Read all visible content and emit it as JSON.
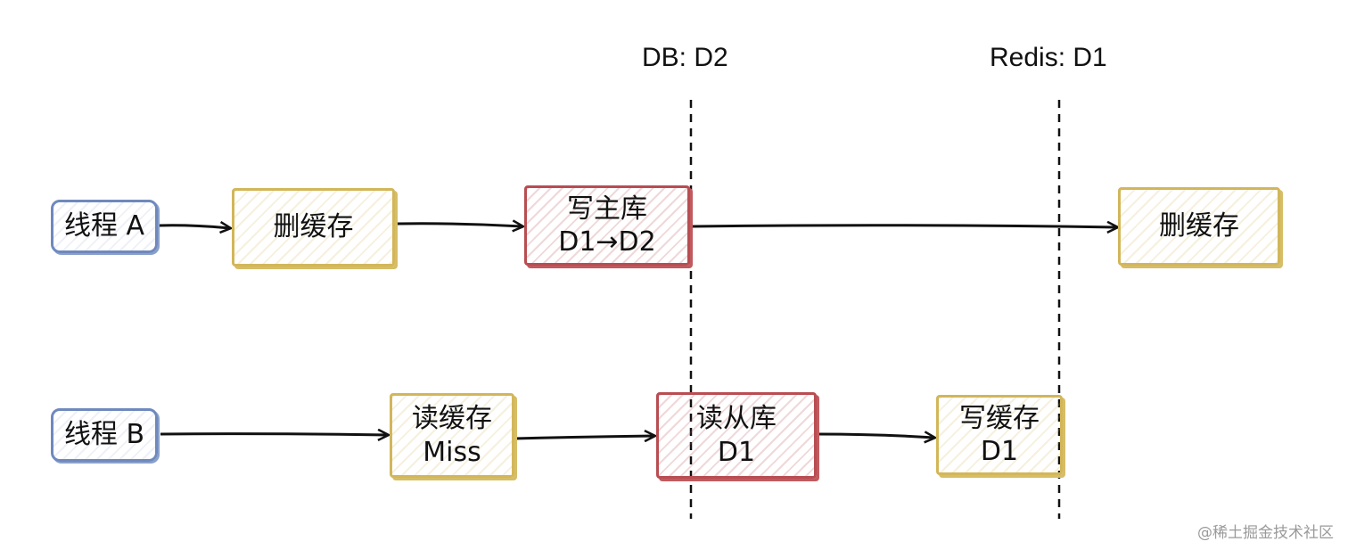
{
  "states": {
    "db": "DB: D2",
    "redis": "Redis: D1"
  },
  "thread_a": {
    "label": "线程 A",
    "steps": [
      {
        "lines": [
          "删缓存"
        ]
      },
      {
        "lines": [
          "写主库",
          "D1→D2"
        ]
      },
      {
        "lines": [
          "删缓存"
        ]
      }
    ]
  },
  "thread_b": {
    "label": "线程 B",
    "steps": [
      {
        "lines": [
          "读缓存",
          "Miss"
        ]
      },
      {
        "lines": [
          "读从库",
          "D1"
        ]
      },
      {
        "lines": [
          "写缓存",
          "D1"
        ]
      }
    ]
  },
  "colors": {
    "thread": "#6f89bd",
    "cache": "#d2b659",
    "db": "#b84d52",
    "arrow": "#111111"
  },
  "watermark": "@稀土掘金技术社区"
}
